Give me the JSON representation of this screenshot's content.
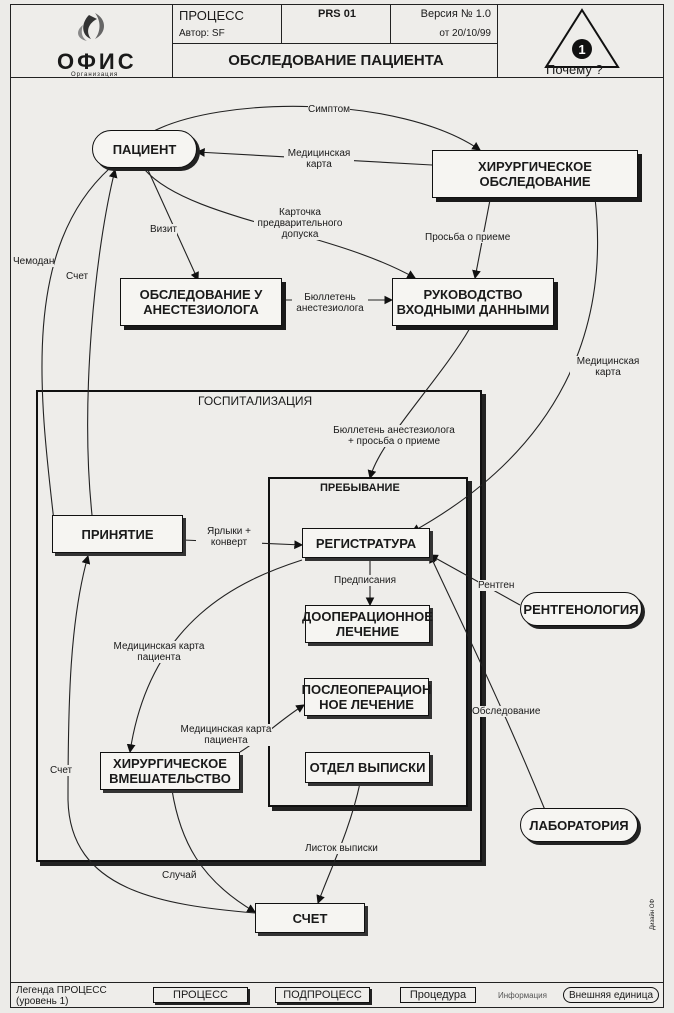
{
  "header": {
    "logo_text": "ОФИС",
    "logo_sub": "Организация",
    "type": "ПРОЦЕСС",
    "code": "PRS 01",
    "version": "Версия № 1.0",
    "author": "Автор: SF",
    "date": "от 20/10/99",
    "title": "ОБСЛЕДОВАНИЕ ПАЦИЕНТА",
    "why_label": "Почему ?"
  },
  "groups": {
    "hospitalization": "ГОСПИТАЛИЗАЦИЯ",
    "stay": "ПРЕБЫВАНИЕ"
  },
  "nodes": {
    "patient": "ПАЦИЕНТ",
    "surgical_exam": "ХИРУРГИЧЕСКОЕ ОБСЛЕДОВАНИЕ",
    "anesth_exam": "ОБСЛЕДОВАНИЕ У АНЕСТЕЗИОЛОГА",
    "input_mgmt": "РУКОВОДСТВО ВХОДНЫМИ ДАННЫМИ",
    "admission": "ПРИНЯТИЕ",
    "registry": "РЕГИСТРАТУРА",
    "preop": "ДООПЕРАЦИОННОЕ ЛЕЧЕНИЕ",
    "postop": "ПОСЛЕОПЕРАЦИОН НОЕ ЛЕЧЕНИЕ",
    "discharge": "ОТДЕЛ ВЫПИСКИ",
    "surgery": "ХИРУРГИЧЕСКОЕ ВМЕШАТЕЛЬСТВО",
    "radiology": "РЕНТГЕНОЛОГИЯ",
    "laboratory": "ЛАБОРАТОРИЯ",
    "bill": "СЧЕТ"
  },
  "flows": {
    "symptom": "Симптом",
    "med_card_1": "Медицинская карта",
    "prelim_card": "Карточка предварительного допуска",
    "visit": "Визит",
    "request": "Просьба о приеме",
    "anesth_bulletin": "Бюллетень анестезиолога",
    "suitcase": "Чемодан",
    "bill_1": "Счет",
    "med_card_2": "Медицинская карта",
    "bulletin_request": "Бюллетень анестезиолога + просьба о приеме",
    "tags": "Ярлыки + конверт",
    "prescriptions": "Предписания",
    "xray": "Рентген",
    "patient_card_1": "Медицинская карта пациента",
    "patient_card_2": "Медицинская карта пациента",
    "examination": "Обследование",
    "bill_2": "Счет",
    "case": "Случай",
    "discharge_sheet": "Листок выписки"
  },
  "legend": {
    "title": "Легенда ПРОЦЕСС (уровень 1)",
    "process": "ПРОЦЕСС",
    "subprocess": "ПОДПРОЦЕСС",
    "procedure": "Процедура",
    "information": "Информация",
    "external": "Внешняя единица"
  },
  "footer_note": "Дизайн ОФ"
}
